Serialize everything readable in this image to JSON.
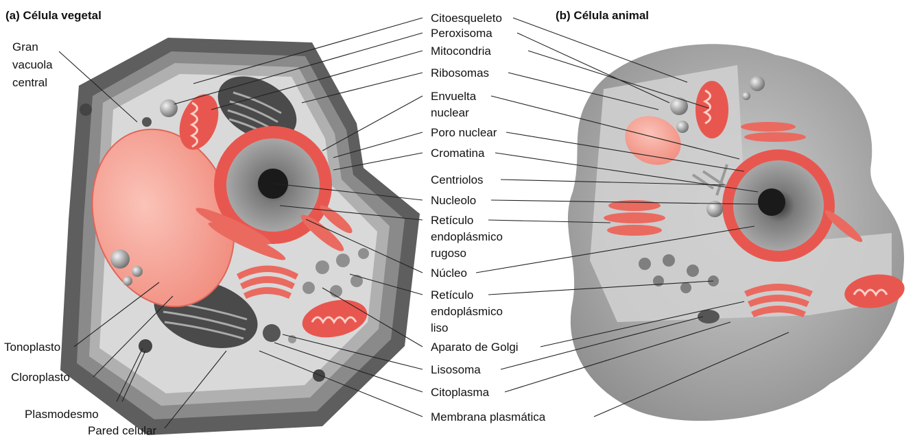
{
  "panels": {
    "plant": "(a) Célula vegetal",
    "animal": "(b) Célula animal"
  },
  "labels": {
    "citoesqueleto": "Citoesqueleto",
    "peroxisoma": "Peroxisoma",
    "mitocondria": "Mitocondria",
    "ribosomas": "Ribosomas",
    "envuelta_1": "Envuelta",
    "envuelta_2": "nuclear",
    "poro_nuclear": "Poro nuclear",
    "cromatina": "Cromatina",
    "centriolos": "Centriolos",
    "nucleolo": "Nucleolo",
    "rer_1": "Retículo",
    "rer_2": "endoplásmico",
    "rer_3": "rugoso",
    "nucleo": "Núcleo",
    "rel_1": "Retículo",
    "rel_2": "endoplásmico",
    "rel_3": "liso",
    "golgi": "Aparato de Golgi",
    "lisosoma": "Lisosoma",
    "citoplasma": "Citoplasma",
    "membrana": "Membrana plasmática",
    "vacuola_1": "Gran",
    "vacuola_2": "vacuola",
    "vacuola_3": "central",
    "tonoplasto": "Tonoplasto",
    "cloroplasto": "Cloroplasto",
    "plasmodesmo": "Plasmodesmo",
    "pared": "Pared celular"
  },
  "colors": {
    "wall_dark": "#5e5e5e",
    "wall_mid": "#8a8a8a",
    "cytoplasm": "#d9d9d9",
    "organelle_red": "#e8574f",
    "organelle_pink": "#f4a79a",
    "nucleus_gray": "#9a9a9a"
  }
}
